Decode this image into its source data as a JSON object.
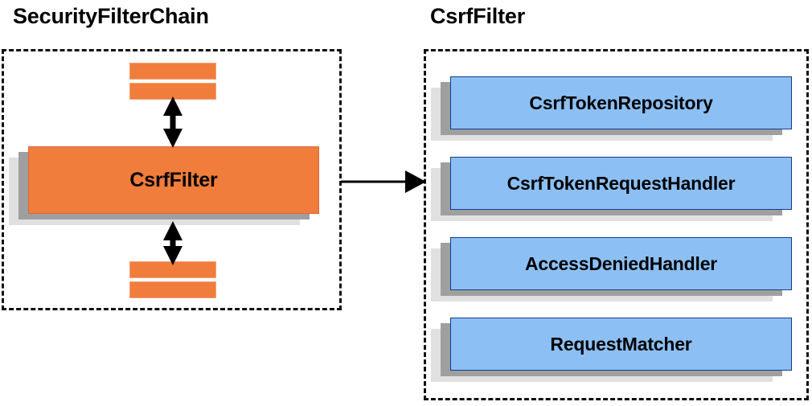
{
  "diagram": {
    "title_left": "SecurityFilterChain",
    "title_right": "CsrfFilter",
    "colors": {
      "orange_fill": "#f07d3c",
      "orange_border": "#d9673a",
      "blue_fill": "#8cc0f5",
      "blue_border": "#143c8c",
      "shadow_near": "#9f9f9f",
      "shadow_far": "#e0e0e0",
      "dash_border": "#111111",
      "arrow": "#000000",
      "text": "#000000",
      "background": "#ffffff"
    }
  },
  "left_panel": {
    "title": "SecurityFilterChain",
    "main_component": {
      "label": "CsrfFilter",
      "shape": "stacked-box",
      "fill": "#f07d3c"
    },
    "top_bars": [
      {
        "label": "",
        "shape": "bar"
      },
      {
        "label": "",
        "shape": "bar"
      }
    ],
    "bottom_bars": [
      {
        "label": "",
        "shape": "bar"
      },
      {
        "label": "",
        "shape": "bar"
      }
    ],
    "connectors": [
      {
        "type": "double-arrow",
        "orientation": "vertical",
        "from": "top-bars",
        "to": "CsrfFilter"
      },
      {
        "type": "double-arrow",
        "orientation": "vertical",
        "from": "CsrfFilter",
        "to": "bottom-bars"
      }
    ]
  },
  "right_panel": {
    "title": "CsrfFilter",
    "components": [
      {
        "label": "CsrfTokenRepository"
      },
      {
        "label": "CsrfTokenRequestHandler"
      },
      {
        "label": "AccessDeniedHandler"
      },
      {
        "label": "RequestMatcher"
      }
    ]
  },
  "cross_connector": {
    "type": "single-arrow",
    "orientation": "horizontal",
    "from": "SecurityFilterChain.CsrfFilter",
    "to": "CsrfFilter panel"
  }
}
